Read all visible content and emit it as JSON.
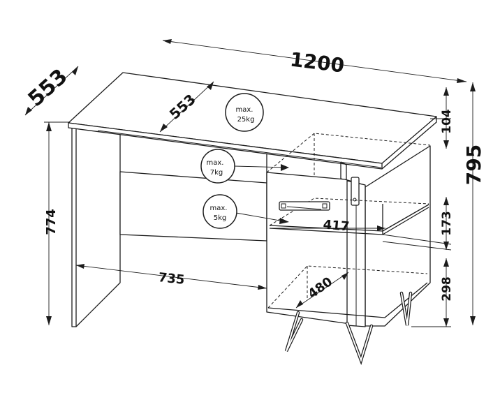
{
  "dimensions": {
    "width_total": "1200",
    "depth_top": "553",
    "depth_top_inner": "553",
    "height_total": "795",
    "height_leg": "774",
    "top_thickness": "104",
    "knee_width": "735",
    "drawer_height": "173",
    "shelf_depth": "417",
    "bottom_height": "298",
    "bottom_depth": "480"
  },
  "loads": {
    "top": {
      "line1": "max.",
      "line2": "25kg"
    },
    "shelf": {
      "line1": "max.",
      "line2": "7kg"
    },
    "drawer": {
      "line1": "max.",
      "line2": "5kg"
    }
  }
}
